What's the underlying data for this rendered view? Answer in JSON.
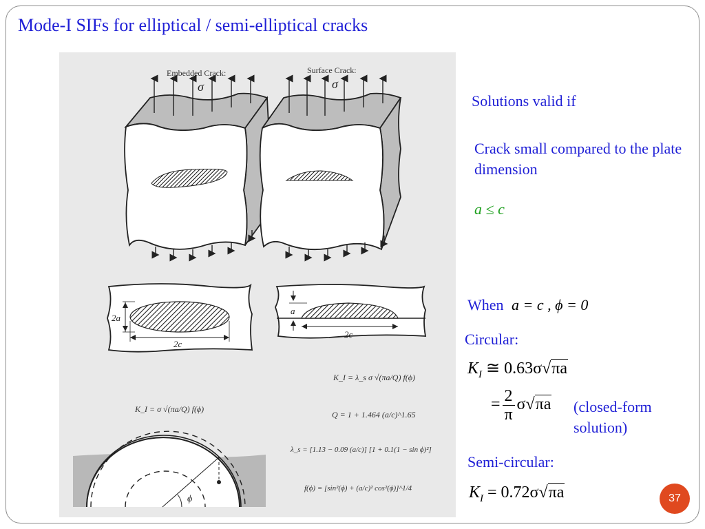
{
  "slide": {
    "title": "Mode-I SIFs for elliptical / semi-elliptical cracks",
    "page_number": "37"
  },
  "figure": {
    "embedded_label": "Embedded Crack:",
    "surface_label": "Surface Crack:",
    "sigma": "σ",
    "dim_2a": "2a",
    "dim_2c": "2c",
    "dim_a": "a",
    "phi": "ϕ",
    "eq_k_embedded": "K_I = σ √(πa/Q) f(ϕ)",
    "eq_k_surface": "K_I = λ_s σ √(πa/Q) f(ϕ)",
    "eq_q": "Q = 1 + 1.464 (a/c)^1.65",
    "eq_lambda": "λ_s = [1.13 − 0.09 (a/c)] [1 + 0.1(1 − sin ϕ)²]",
    "eq_f": "f(ϕ) = [sin²(ϕ) + (a/c)² cos²(ϕ)]^1/4"
  },
  "notes": {
    "valid_heading": "Solutions valid if",
    "condition1": "Crack small compared to the plate dimension",
    "condition2": "a ≤ c",
    "when_label": "When",
    "when_cond": "a = c , ϕ = 0",
    "circular_label": "Circular:",
    "circular_k_left": "K",
    "circular_k_sub": "I",
    "circular_k_rel": "≅",
    "circular_k_value": "0.63σ",
    "circular_k_radicand": "πa",
    "closed_eq": "=",
    "closed_num": "2",
    "closed_den": "π",
    "closed_sigma": "σ",
    "closed_radicand": "πa",
    "closed_note": "(closed-form solution)",
    "semicircular_label": "Semi-circular:",
    "semi_k_left": "K",
    "semi_k_sub": "I",
    "semi_k_value": " = 0.72σ",
    "semi_k_radicand": "πa"
  },
  "colors": {
    "accent_blue": "#1f1fd6",
    "condition_green": "#1fa01f",
    "badge_orange": "#e0491f"
  }
}
